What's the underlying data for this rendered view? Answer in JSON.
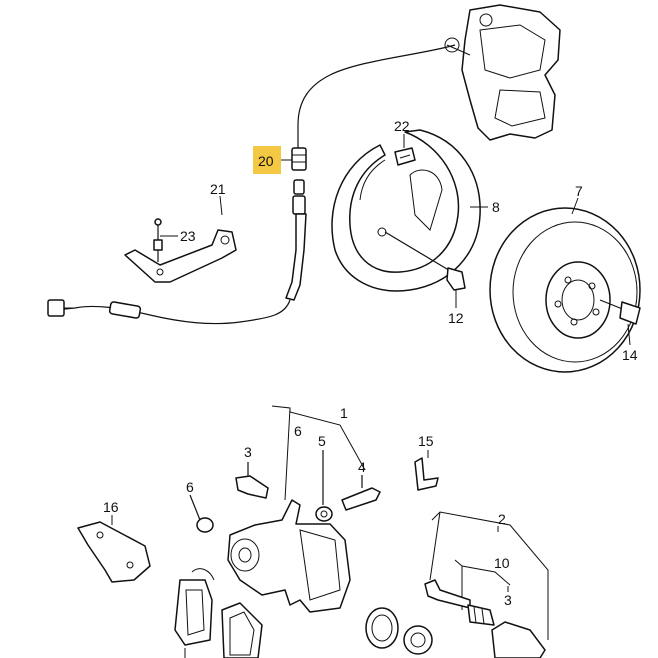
{
  "diagram": {
    "highlighted_callout": "20",
    "highlight_color": "#f4c842",
    "callouts": {
      "c1": "1",
      "c2": "2",
      "c3a": "3",
      "c3b": "3",
      "c4": "4",
      "c5": "5",
      "c6a": "6",
      "c6b": "6",
      "c7": "7",
      "c8": "8",
      "c10": "10",
      "c12": "12",
      "c14": "14",
      "c15": "15",
      "c16": "16",
      "c20": "20",
      "c21": "21",
      "c22": "22",
      "c23": "23"
    }
  }
}
